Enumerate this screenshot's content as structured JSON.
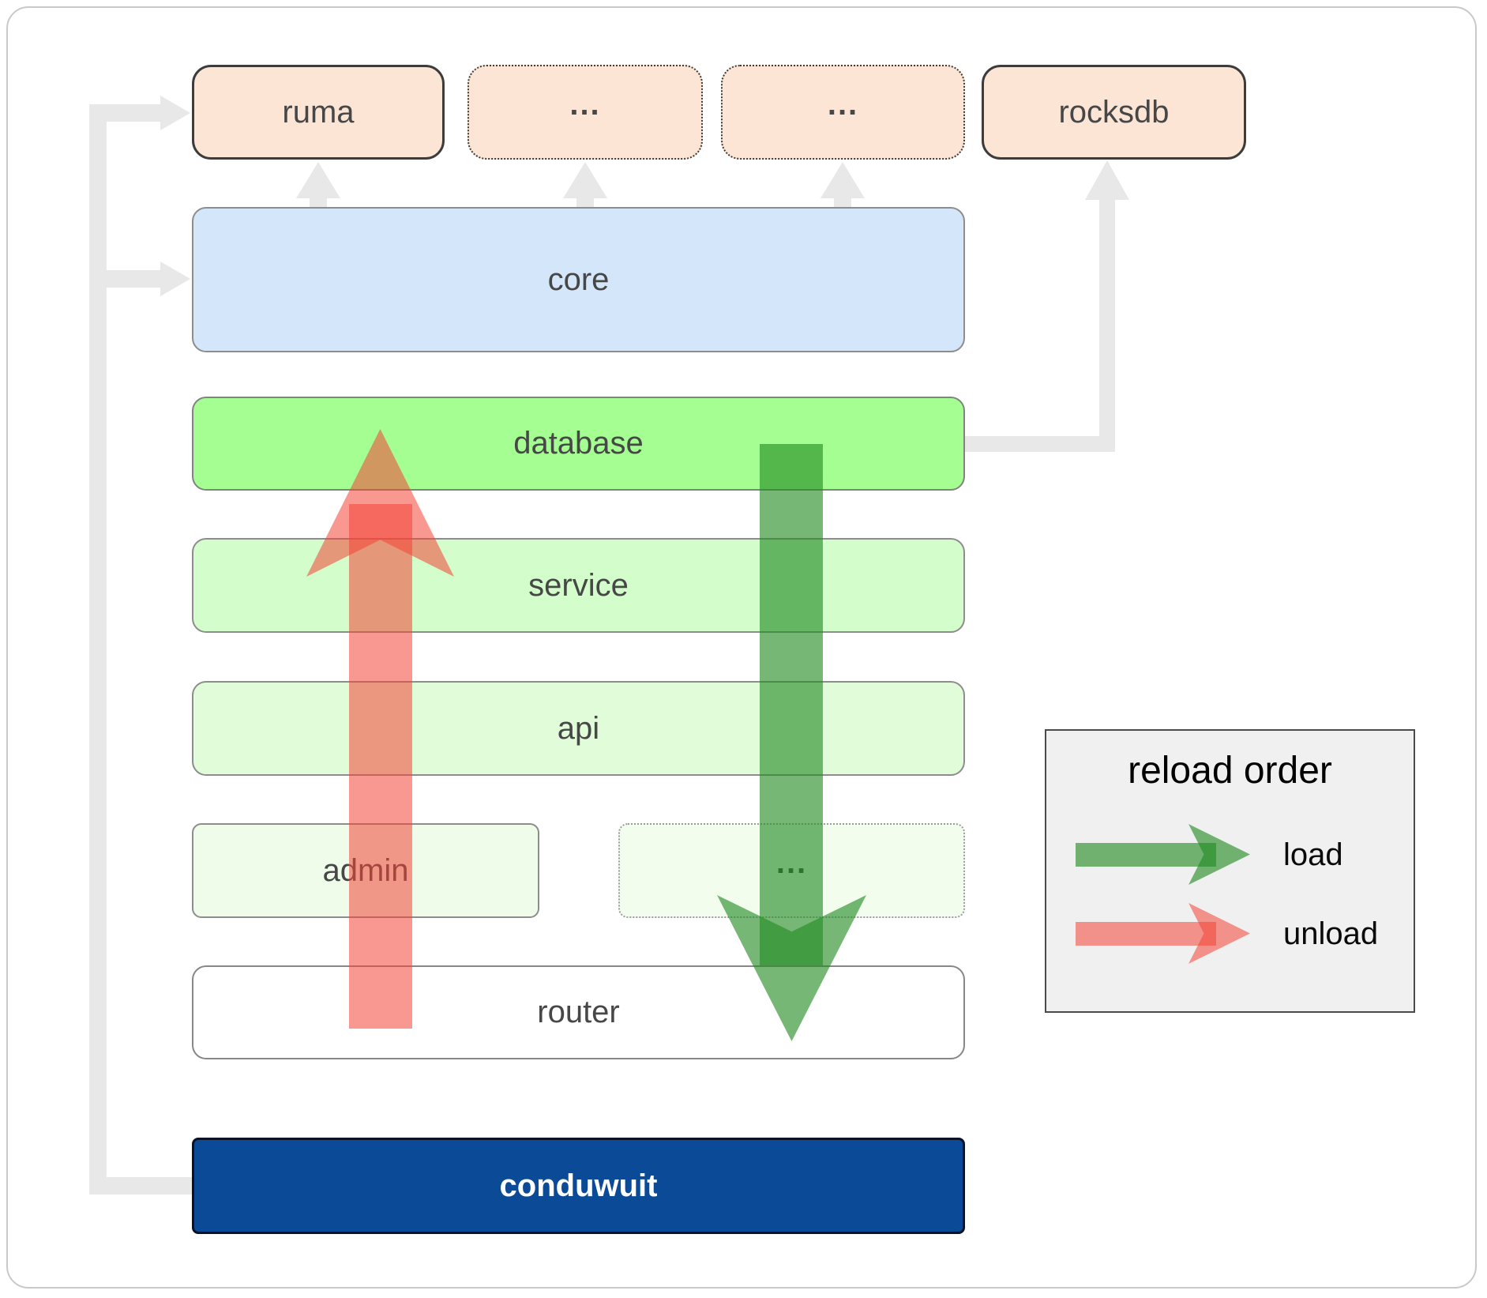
{
  "nodes": {
    "ruma": {
      "label": "ruma"
    },
    "ellipsis_top_1": {
      "label": "..."
    },
    "ellipsis_top_2": {
      "label": "..."
    },
    "rocksdb": {
      "label": "rocksdb"
    },
    "core": {
      "label": "core"
    },
    "database": {
      "label": "database"
    },
    "service": {
      "label": "service"
    },
    "api": {
      "label": "api"
    },
    "admin": {
      "label": "admin"
    },
    "ellipsis_admin": {
      "label": "..."
    },
    "router": {
      "label": "router"
    },
    "conduwuit": {
      "label": "conduwuit"
    }
  },
  "legend": {
    "title": "reload order",
    "load_label": "load",
    "unload_label": "unload"
  },
  "colors": {
    "load_arrow": "#228b22",
    "unload_arrow": "#f44336",
    "connector_gray": "#e8e8e8",
    "module_fill": "#fce5d4",
    "core_fill": "#d4e6fa",
    "database_fill": "#a4fe92",
    "service_fill": "#d3fdca",
    "api_fill": "#e1fcd9",
    "admin_fill": "#eefce9",
    "router_fill": "#ffffff",
    "conduwuit_fill": "#0b4a96",
    "legend_fill": "#f0f0f0"
  }
}
